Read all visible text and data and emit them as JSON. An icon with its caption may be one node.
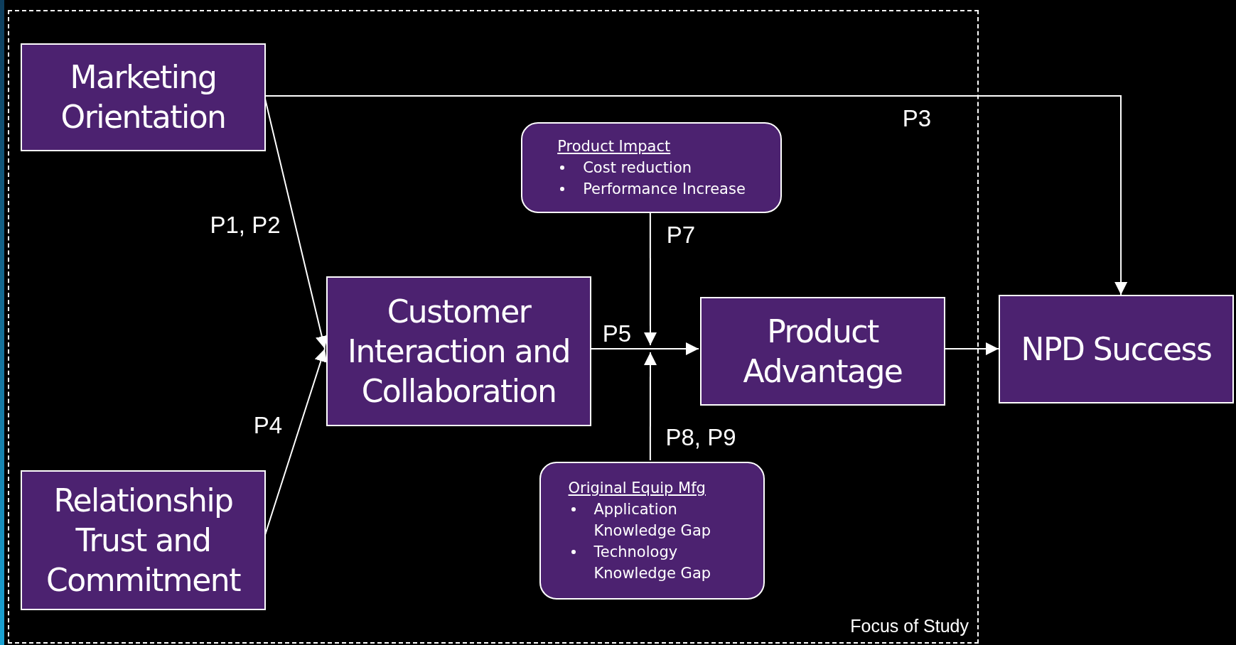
{
  "diagram": {
    "nodes": [
      {
        "text": [
          "Focus of Study"
        ]
      },
      {
        "text": [
          "Marketing Orientation"
        ],
        "in": 0
      },
      {
        "text": [
          "Relationship Trust and Commitment"
        ],
        "in": 0
      },
      {
        "text": [
          "Customer Interaction and Collaboration"
        ],
        "in": 0
      },
      {
        "text": [
          "Product Impact",
          "Cost reduction",
          "Performance Increase"
        ],
        "in": 0
      },
      {
        "text": [
          "Original Equip Mfg",
          "Application Knowledge Gap",
          "Technology Knowledge Gap"
        ],
        "in": 0
      },
      {
        "text": [
          "Product Advantage"
        ],
        "in": 0
      },
      {
        "text": [
          "NPD Success"
        ]
      }
    ],
    "edges": [
      {
        "from": 1,
        "to": 3,
        "arrow": "to",
        "label": "P1, P2"
      },
      {
        "from": 2,
        "to": 3,
        "arrow": "to",
        "label": "P4"
      },
      {
        "from": 1,
        "to": 7,
        "arrow": "to",
        "label": "P3"
      },
      {
        "from": 3,
        "to": 6,
        "arrow": "to",
        "label": "P5"
      },
      {
        "from": 4,
        "to": null,
        "arrow": "to",
        "label": "P7"
      },
      {
        "from": 5,
        "to": null,
        "arrow": "to",
        "label": "P8, P9"
      },
      {
        "from": 6,
        "to": 7,
        "arrow": "to"
      }
    ]
  }
}
